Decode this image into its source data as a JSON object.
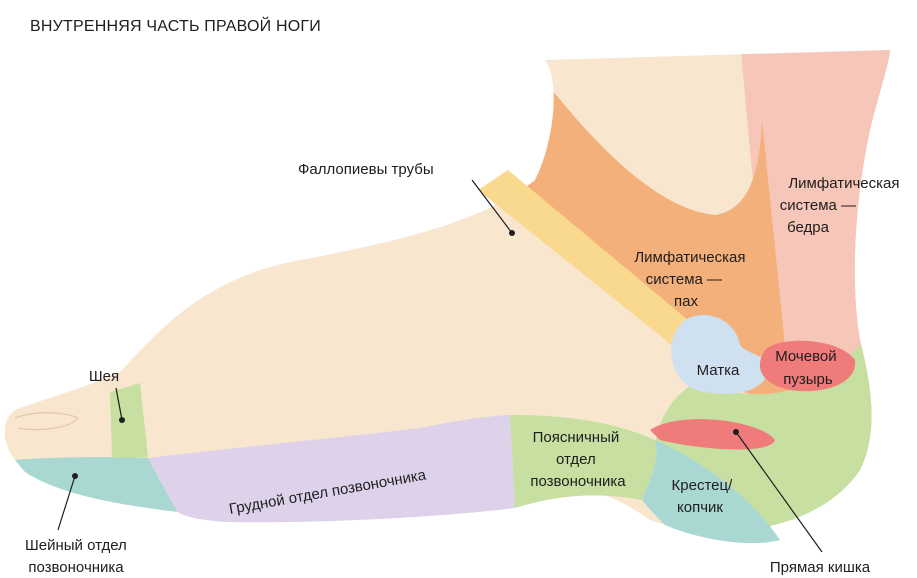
{
  "title": "ВНУТРЕННЯЯ ЧАСТЬ ПРАВОЙ НОГИ",
  "labels": {
    "fallopian": "Фаллопиевы трубы",
    "lymph_thigh": [
      "Лимфатическая",
      "система —",
      "бедра"
    ],
    "lymph_groin": [
      "Лимфатическая",
      "система —",
      "пах"
    ],
    "uterus": "Матка",
    "bladder": [
      "Мочевой",
      "пузырь"
    ],
    "neck": "Шея",
    "thoracic": "Грудной отдел позвоночника",
    "lumbar": [
      "Поясничный",
      "отдел",
      "позвоночника"
    ],
    "sacrum": [
      "Крестец/",
      "копчик"
    ],
    "cervical": [
      "Шейный отдел",
      "позвоночника"
    ],
    "rectum": "Прямая кишка"
  },
  "colors": {
    "skin": "#f8e6cf",
    "orange": "#f4b07a",
    "pink": "#f6c6b8",
    "yellow": "#f9d98e",
    "blue": "#cfe1f1",
    "red": "#ef7b7b",
    "green": "#c7e0a2",
    "purple": "#ddd2ea",
    "teal": "#a9d7d2"
  }
}
